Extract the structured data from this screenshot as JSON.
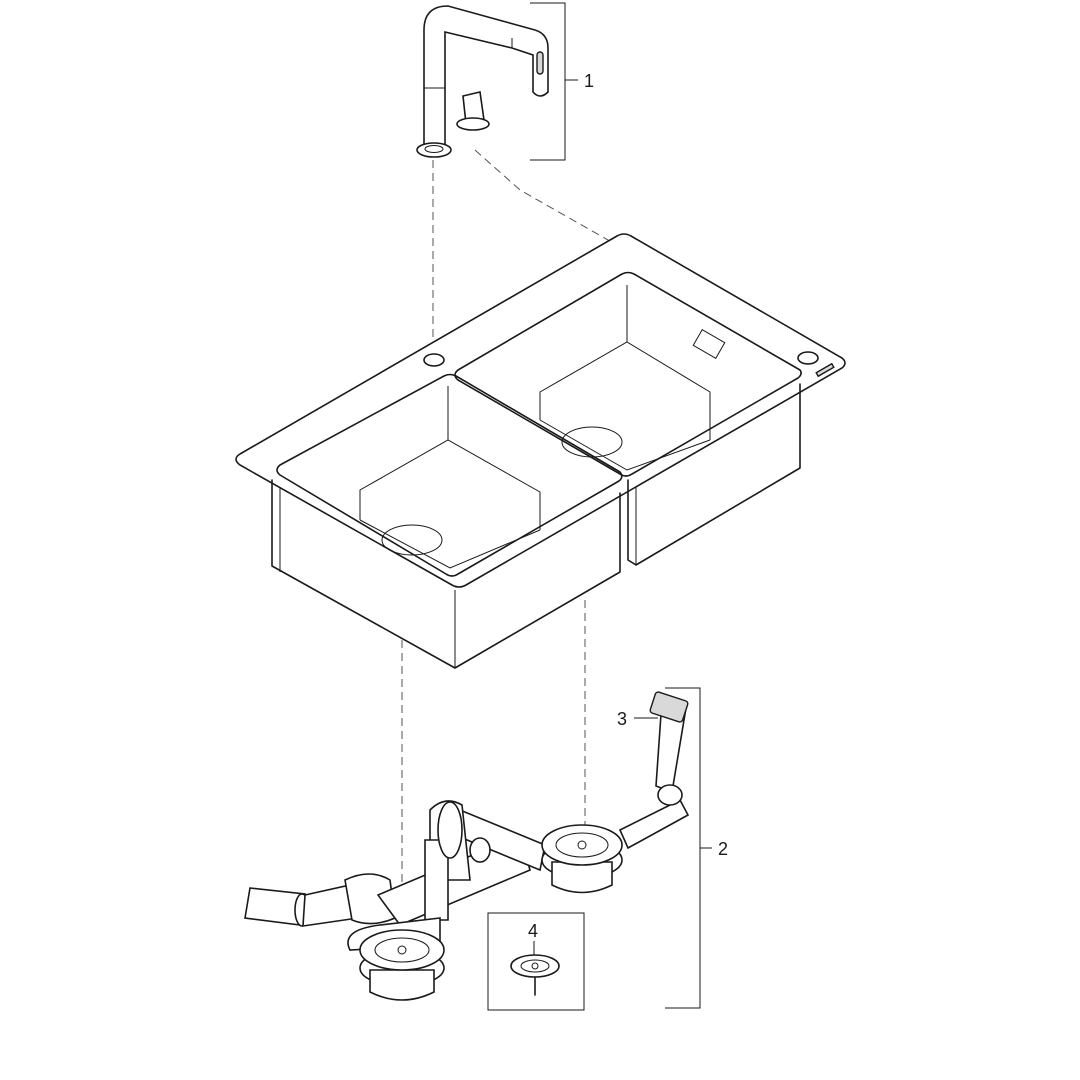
{
  "callouts": {
    "item1": "1",
    "item2": "2",
    "item3": "3",
    "item4": "4"
  },
  "colors": {
    "line": "#1a1a1a",
    "background": "#ffffff"
  }
}
